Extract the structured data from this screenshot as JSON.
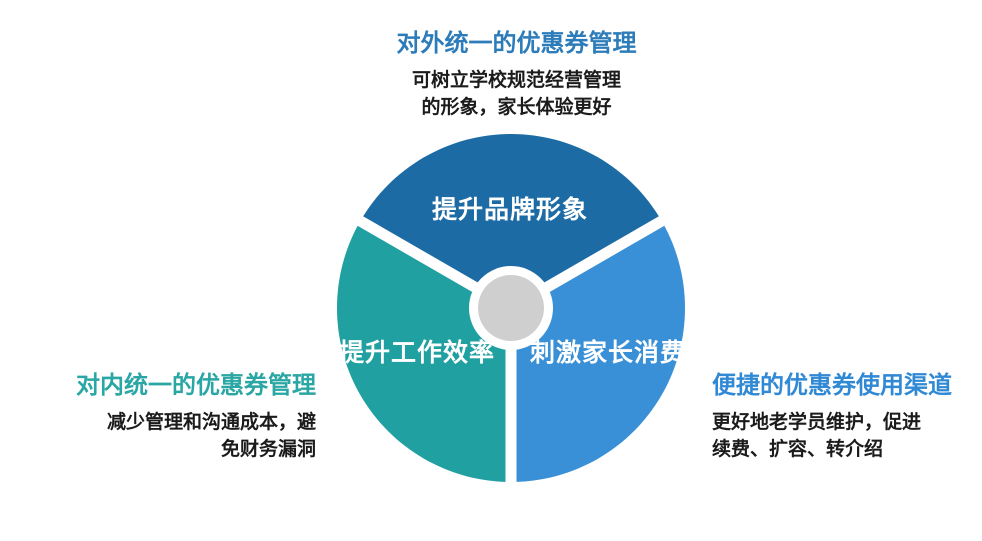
{
  "canvas": {
    "background": "#ffffff"
  },
  "blocks": {
    "top": {
      "heading": "对外统一的优惠券管理",
      "heading_color": "#2c7cba",
      "lines": [
        "可树立学校规范经营管理",
        "的形象，家长体验更好"
      ]
    },
    "left": {
      "heading": "对内统一的优惠券管理",
      "heading_color": "#2aa7a4",
      "lines": [
        "减少管理和沟通成本，避",
        "免财务漏洞"
      ]
    },
    "right": {
      "heading": "便捷的优惠券使用渠道",
      "heading_color": "#3089d4",
      "lines": [
        "更好地老学员维护，促进",
        "续费、扩容、转介绍"
      ]
    }
  },
  "chart_data": {
    "type": "pie",
    "title": "",
    "legend": "none",
    "label_color": "#ffffff",
    "separator_color": "#ffffff",
    "center_circle_color": "#cfcfcf",
    "segments": [
      {
        "label": "提升品牌形象",
        "value": 33.33,
        "color": "#1d6ba5",
        "start_angle": -150,
        "end_angle": -30
      },
      {
        "label": "刺激家长消费",
        "value": 33.33,
        "color": "#3a90d6",
        "start_angle": -30,
        "end_angle": 90
      },
      {
        "label": "提升工作效率",
        "value": 33.33,
        "color": "#21a0a2",
        "start_angle": 90,
        "end_angle": 210
      }
    ]
  }
}
